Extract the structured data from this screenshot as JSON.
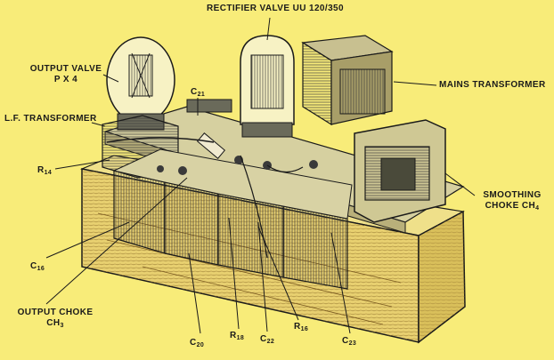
{
  "palette": {
    "background": "#f8ec79",
    "ink": "#1a1a1a",
    "wood": "#e8d070",
    "wood_dark": "#9a7a30",
    "metal": "#d6d0a0"
  },
  "labels": {
    "rectifier_valve": "RECTIFIER VALVE UU 120/350",
    "output_valve_line1": "OUTPUT VALVE",
    "output_valve_line2": "P X 4",
    "c21_main": "C",
    "c21_sub": "21",
    "lf_transformer": "L.F. TRANSFORMER",
    "r14_main": "R",
    "r14_sub": "14",
    "mains_transformer": "MAINS TRANSFORMER",
    "smoothing_line1": "SMOOTHING",
    "smoothing_line2_a": "CHOKE",
    "smoothing_line2_b": "CH",
    "smoothing_line2_sub": "4",
    "c16_main": "C",
    "c16_sub": "16",
    "output_choke_line1": "OUTPUT CHOKE",
    "output_choke_line2_a": "CH",
    "output_choke_line2_sub": "3",
    "c20_main": "C",
    "c20_sub": "20",
    "r18_main": "R",
    "r18_sub": "18",
    "c22_main": "C",
    "c22_sub": "22",
    "r16_main": "R",
    "r16_sub": "16",
    "c23_main": "C",
    "c23_sub": "23"
  }
}
